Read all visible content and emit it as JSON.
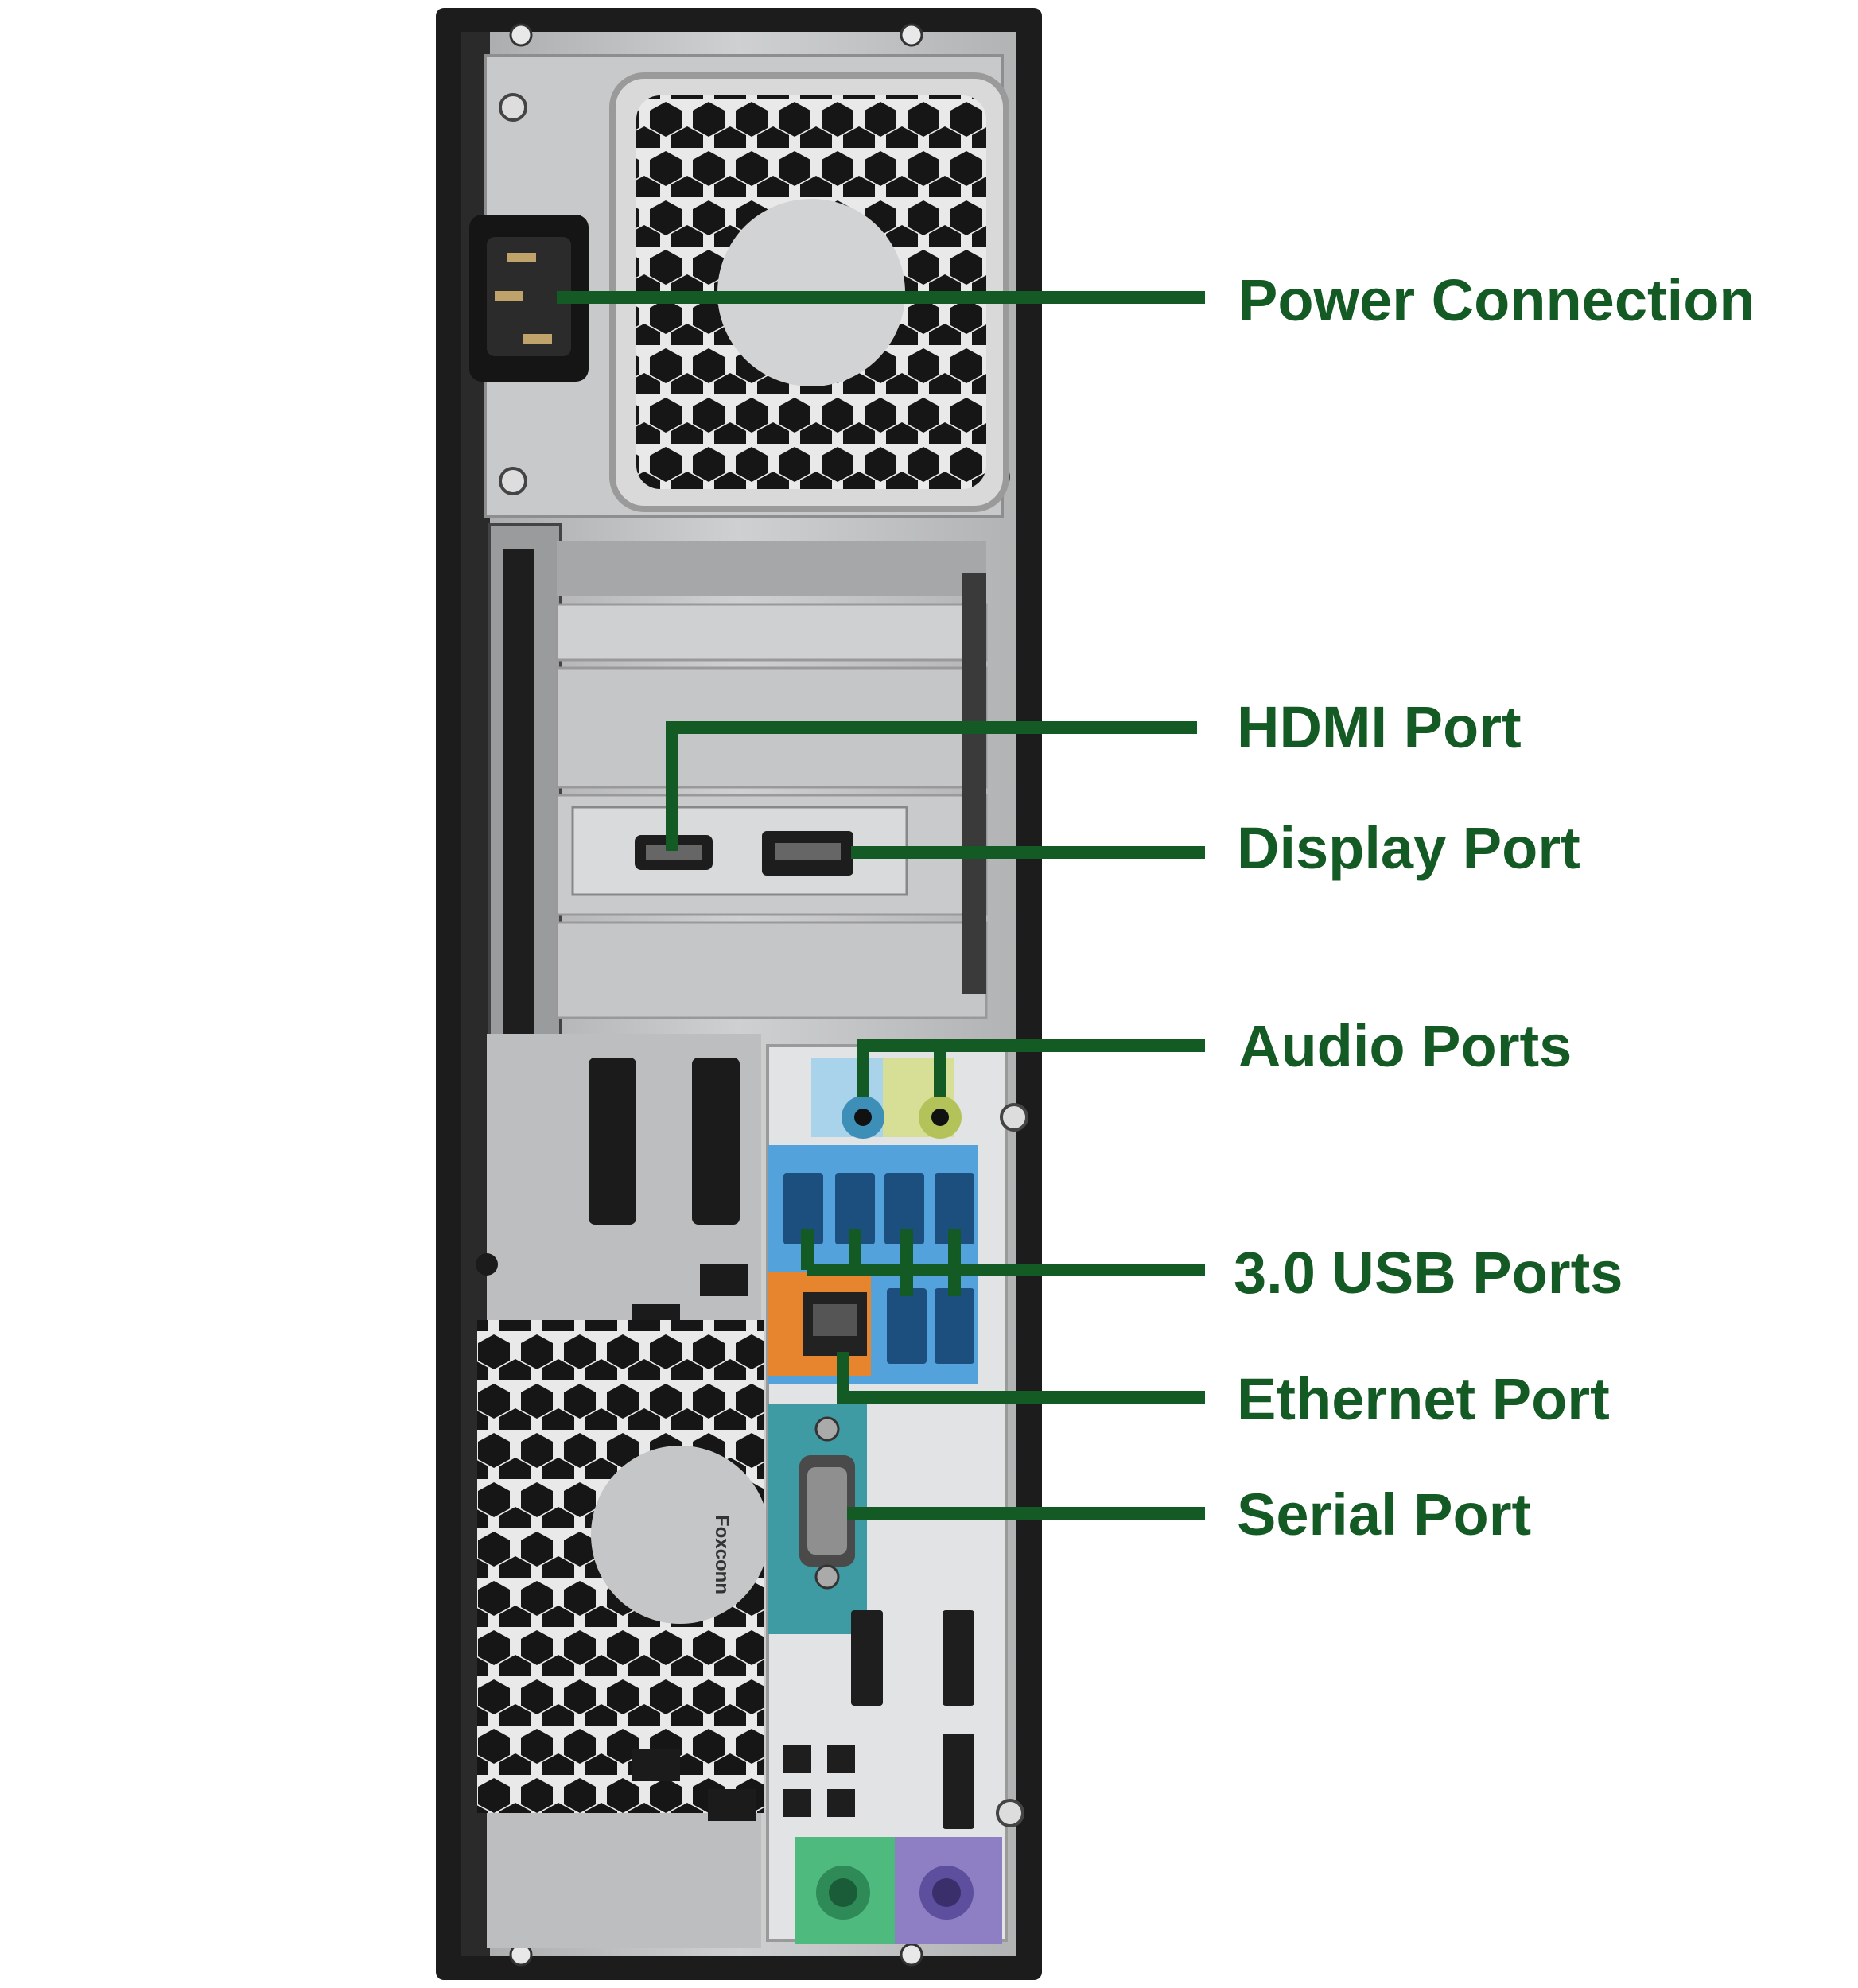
{
  "labels": {
    "power": "Power Connection",
    "hdmi": "HDMI Port",
    "display": "Display Port",
    "audio": "Audio Ports",
    "usb": "3.0 USB Ports",
    "ethernet": "Ethernet Port",
    "serial": "Serial Port"
  },
  "psu_label": "Foxconn",
  "colors": {
    "callout": "#145a24",
    "case": "#1c1c1c",
    "metal": "#b9babb",
    "usb_blue": "#3d8fd0",
    "audio_blue": "#a9d3ea",
    "audio_green": "#d6df95",
    "ethernet_orange": "#e6852d",
    "serial_teal": "#3e9aa3",
    "ps2_green": "#4fba7e",
    "ps2_purple": "#8e7fc4"
  }
}
